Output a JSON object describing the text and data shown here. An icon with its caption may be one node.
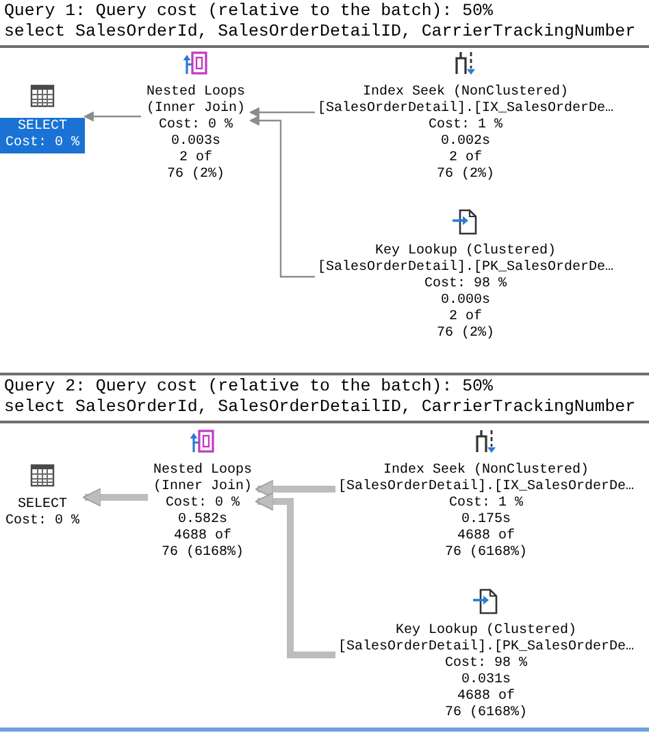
{
  "diagram": {
    "nodes": [
      {
        "text": [
          "Query 1: Query cost (relative to the batch): 50%",
          "select SalesOrderId, SalesOrderDetailID, CarrierTrackingNumber"
        ]
      },
      {
        "text": [
          "SELECT",
          "Cost: 0 %"
        ]
      },
      {
        "text": [
          "Nested Loops (Inner Join)",
          "Cost: 0 %",
          "0.003s",
          "2 of 76 (2%)"
        ]
      },
      {
        "text": [
          "Index Seek (NonClustered)",
          "[SalesOrderDetail].[IX_SalesOrderDe…",
          "Cost: 1 %",
          "0.002s",
          "2 of 76 (2%)"
        ]
      },
      {
        "text": [
          "Key Lookup (Clustered)",
          "[SalesOrderDetail].[PK_SalesOrderDe…",
          "Cost: 98 %",
          "0.000s",
          "2 of 76 (2%)"
        ]
      },
      {
        "text": [
          "Query 2: Query cost (relative to the batch): 50%",
          "select SalesOrderId, SalesOrderDetailID, CarrierTrackingNumber"
        ]
      },
      {
        "text": [
          "SELECT",
          "Cost: 0 %"
        ]
      },
      {
        "text": [
          "Nested Loops (Inner Join)",
          "Cost: 0 %",
          "0.582s",
          "4688 of 76 (6168%)"
        ]
      },
      {
        "text": [
          "Index Seek (NonClustered)",
          "[SalesOrderDetail].[IX_SalesOrderDe…",
          "Cost: 1 %",
          "0.175s",
          "4688 of 76 (6168%)"
        ]
      },
      {
        "text": [
          "Key Lookup (Clustered)",
          "[SalesOrderDetail].[PK_SalesOrderDe…",
          "Cost: 98 %",
          "0.031s",
          "4688 of 76 (6168%)"
        ]
      }
    ],
    "edges": [
      {
        "from": 2,
        "to": 1,
        "arrow": "to"
      },
      {
        "from": 3,
        "to": 2,
        "arrow": "to"
      },
      {
        "from": 4,
        "to": 2,
        "arrow": "to"
      },
      {
        "from": 7,
        "to": 6,
        "arrow": "to",
        "style": "thick"
      },
      {
        "from": 8,
        "to": 7,
        "arrow": "to",
        "style": "thick"
      },
      {
        "from": 9,
        "to": 7,
        "arrow": "to",
        "style": "thick"
      }
    ]
  }
}
